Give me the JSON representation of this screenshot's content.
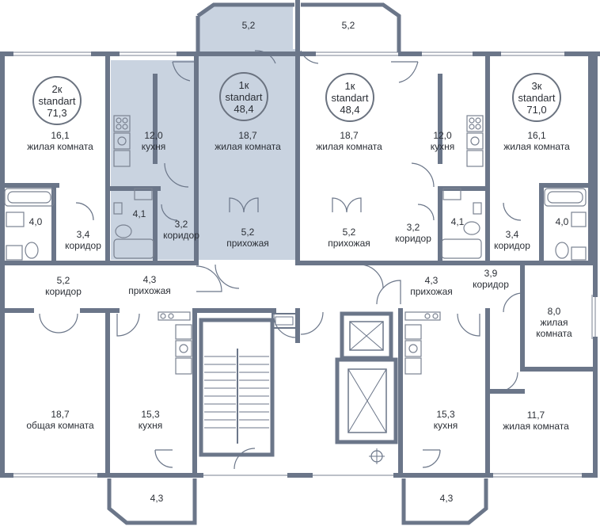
{
  "colors": {
    "wall": "#6b7689",
    "selected_fill": "#c9d3e0",
    "text": "#2b2f36",
    "fixture": "#7a8291"
  },
  "apartments": [
    {
      "rooms": "2к",
      "type": "standart",
      "area": "71,3",
      "selected": false
    },
    {
      "rooms": "1к",
      "type": "standart",
      "area": "48,4",
      "selected": true
    },
    {
      "rooms": "1к",
      "type": "standart",
      "area": "48,4",
      "selected": false
    },
    {
      "rooms": "3к",
      "type": "standart",
      "area": "71,0",
      "selected": false
    }
  ],
  "rooms": [
    {
      "area": "5,2",
      "name": ""
    },
    {
      "area": "5,2",
      "name": ""
    },
    {
      "area": "16,1",
      "name": "жилая комната"
    },
    {
      "area": "12,0",
      "name": "кухня"
    },
    {
      "area": "18,7",
      "name": "жилая комната"
    },
    {
      "area": "18,7",
      "name": "жилая комната"
    },
    {
      "area": "12,0",
      "name": "кухня"
    },
    {
      "area": "16,1",
      "name": "жилая комната"
    },
    {
      "area": "4,0",
      "name": ""
    },
    {
      "area": "3,4",
      "name": "коридор"
    },
    {
      "area": "4,1",
      "name": ""
    },
    {
      "area": "3,2",
      "name": "коридор"
    },
    {
      "area": "5,2",
      "name": "прихожая"
    },
    {
      "area": "5,2",
      "name": "прихожая"
    },
    {
      "area": "3,2",
      "name": "коридор"
    },
    {
      "area": "4,1",
      "name": ""
    },
    {
      "area": "3,4",
      "name": "коридор"
    },
    {
      "area": "4,0",
      "name": ""
    },
    {
      "area": "5,2",
      "name": "коридор"
    },
    {
      "area": "4,3",
      "name": "прихожая"
    },
    {
      "area": "4,3",
      "name": "прихожая"
    },
    {
      "area": "3,9",
      "name": "коридор"
    },
    {
      "area": "8,0",
      "name": "жилая комната"
    },
    {
      "area": "18,7",
      "name": "общая комната"
    },
    {
      "area": "15,3",
      "name": "кухня"
    },
    {
      "area": "15,3",
      "name": "кухня"
    },
    {
      "area": "11,7",
      "name": "жилая комната"
    },
    {
      "area": "4,3",
      "name": ""
    },
    {
      "area": "4,3",
      "name": ""
    }
  ]
}
